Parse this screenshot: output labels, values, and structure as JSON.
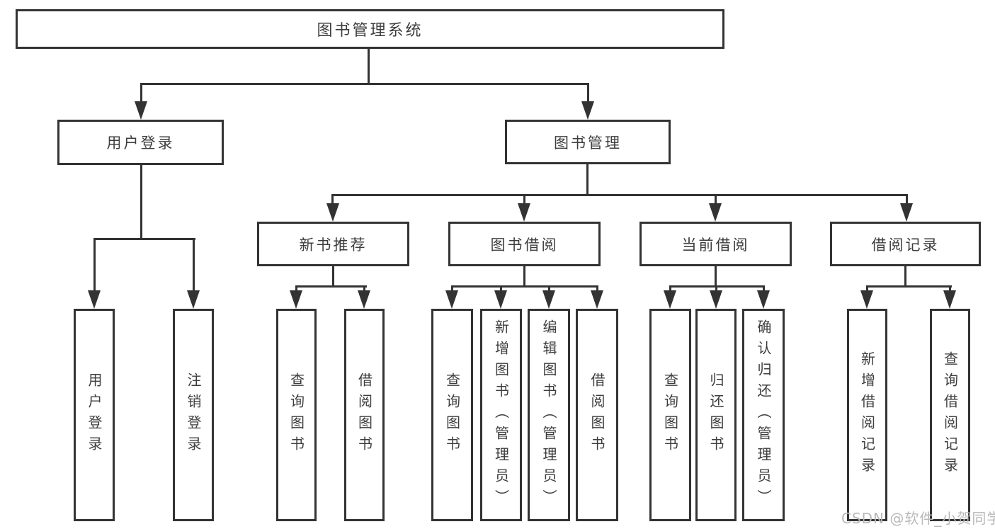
{
  "diagram": {
    "root": "图书管理系统",
    "branches": [
      {
        "label": "用户登录",
        "children": [
          "用户登录",
          "注销登录"
        ]
      },
      {
        "label": "图书管理",
        "modules": [
          {
            "label": "新书推荐",
            "children": [
              "查询图书",
              "借阅图书"
            ]
          },
          {
            "label": "图书借阅",
            "children": [
              "查询图书",
              "新增图书（管理员）",
              "编辑图书（管理员）",
              "借阅图书"
            ]
          },
          {
            "label": "当前借阅",
            "children": [
              "查询图书",
              "归还图书",
              "确认归还（管理员）"
            ]
          },
          {
            "label": "借阅记录",
            "children": [
              "新增借阅记录",
              "查询借阅记录"
            ]
          }
        ]
      }
    ],
    "watermark": "CSDN @软件_小贺同学",
    "colors": {
      "line": "#333333",
      "text": "#3d3d3d",
      "watermark": "#b8b8b8",
      "background": "#ffffff"
    }
  }
}
